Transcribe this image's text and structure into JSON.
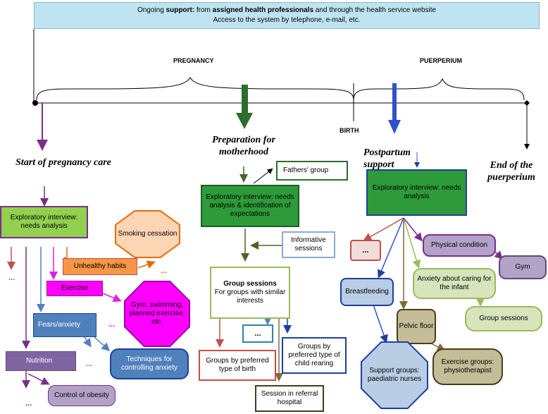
{
  "banner": {
    "line1_pre": "Ongoing ",
    "line1_b1": "support:",
    "line1_mid": " from ",
    "line1_b2": "assigned health professionals",
    "line1_post": " and through the health service website",
    "line2": "Access to the system by telephone, e-mail, etc."
  },
  "timeline": {
    "pregnancy": "PREGNANCY",
    "puerperium": "PUERPERIUM",
    "birth": "BIRTH"
  },
  "stages": {
    "start": "Start of pregnancy care",
    "preparation": "Preparation for motherhood",
    "postpartum": "Postpartum support",
    "end": "End of the puerperium"
  },
  "left": {
    "interview": "Exploratory interview: needs analysis",
    "smoking": "Smoking cessation",
    "unhealthy": "Unhealthy habits",
    "exercise": "Exercise",
    "gym": "Gym, swimming, planned exercise, etc.",
    "fears": "Fears/anxiety",
    "techniques": "Techniques for controlling anxiety",
    "nutrition": "Nutrition",
    "obesity": "Control of obesity",
    "ellipsis": "..."
  },
  "middle": {
    "fathers": "Fathers' group",
    "interview": "Exploratory interview: needs analysis & identification of expectations",
    "informative": "Informative sessions",
    "group_title": "Group sessions",
    "group_body": "For groups with similar interests",
    "ellipsis": "...",
    "birth_groups": "Groups by preferred type of birth",
    "rearing_groups": "Groups by preferred type of child rearing",
    "referral": "Session in referral hospital"
  },
  "right": {
    "interview": "Exploratory interview: needs analysis",
    "ellipsis": "...",
    "physical": "Physical condition",
    "gym": "Gym",
    "anxiety": "Anxiety about caring for the infant",
    "breastfeeding": "Breastfeeding",
    "group_sessions": "Group sessions",
    "pelvic": "Pelvic floor",
    "exercise_groups": "Exercise groups: physiotherapist",
    "support": "Support groups: paediatric nurses"
  }
}
